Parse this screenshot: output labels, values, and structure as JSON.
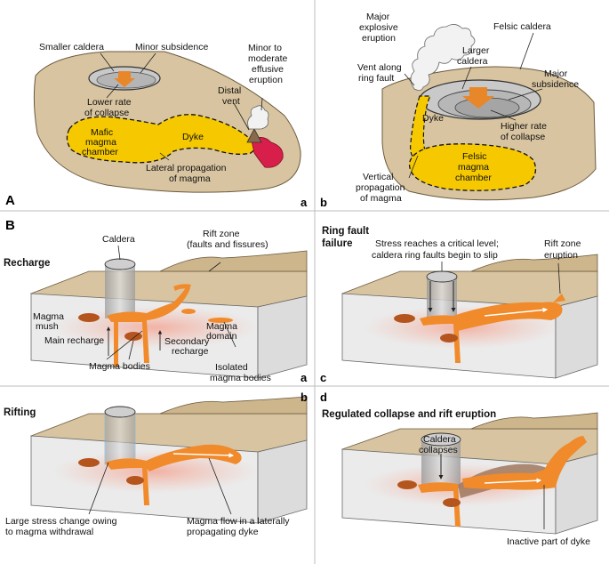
{
  "colors": {
    "crust": "#d8c4a0",
    "crust_edge": "#6b5a3e",
    "magma": "#f5c800",
    "lava": "#d81e4a",
    "melt": "#f08a2a",
    "melt_dark": "#b5551e",
    "halo": "#f3b8a8",
    "block_side": "#ebebeb",
    "arrow": "#e8872a",
    "divider": "#bdbdbd"
  },
  "panelA": {
    "letter": "A",
    "mafic": {
      "sub": "a",
      "smaller_caldera": "Smaller caldera",
      "minor_subsidence": "Minor subsidence",
      "lower_rate_1": "Lower rate",
      "lower_rate_2": "of collapse",
      "distal_1": "Distal",
      "distal_2": "vent",
      "eruption_1": "Minor to",
      "eruption_2": "moderate",
      "eruption_3": "effusive",
      "eruption_4": "eruption",
      "dyke": "Dyke",
      "chamber_1": "Mafic",
      "chamber_2": "magma",
      "chamber_3": "chamber",
      "lateral_1": "Lateral propagation",
      "lateral_2": "of magma"
    },
    "felsic": {
      "sub": "b",
      "explosive_1": "Major",
      "explosive_2": "explosive",
      "explosive_3": "eruption",
      "felsic_caldera": "Felsic caldera",
      "vent_1": "Vent along",
      "vent_2": "ring fault",
      "larger_1": "Larger",
      "larger_2": "caldera",
      "major_1": "Major",
      "major_2": "subsidence",
      "dyke": "Dyke",
      "higher_1": "Higher rate",
      "higher_2": "of collapse",
      "chamber_1": "Felsic",
      "chamber_2": "magma",
      "chamber_3": "chamber",
      "vertical_1": "Vertical",
      "vertical_2": "propagation",
      "vertical_3": "of magma"
    }
  },
  "panelB": {
    "letter": "B",
    "recharge": {
      "sub": "a",
      "title": "Recharge",
      "caldera": "Caldera",
      "rift_1": "Rift zone",
      "rift_2": "(faults and fissures)",
      "mush_1": "Magma",
      "mush_2": "mush",
      "main_recharge": "Main recharge",
      "domain_1": "Magma",
      "domain_2": "domain",
      "secondary_1": "Secondary",
      "secondary_2": "recharge",
      "bodies": "Magma bodies",
      "isolated_1": "Isolated",
      "isolated_2": "magma bodies"
    },
    "rifting": {
      "sub": "b",
      "title": "Rifting",
      "stress_1": "Large stress change owing",
      "stress_2": "to magma withdrawal",
      "flow_1": "Magma flow in a laterally",
      "flow_2": "propagating dyke"
    },
    "ringfault": {
      "sub": "c",
      "title_1": "Ring fault",
      "title_2": "failure",
      "stress_1": "Stress reaches a critical level;",
      "stress_2": "caldera ring faults begin to slip",
      "rift_1": "Rift zone",
      "rift_2": "eruption"
    },
    "regulated": {
      "sub": "d",
      "title": "Regulated collapse and rift eruption",
      "collapse_1": "Caldera",
      "collapse_2": "collapses",
      "inactive": "Inactive part of dyke"
    }
  }
}
